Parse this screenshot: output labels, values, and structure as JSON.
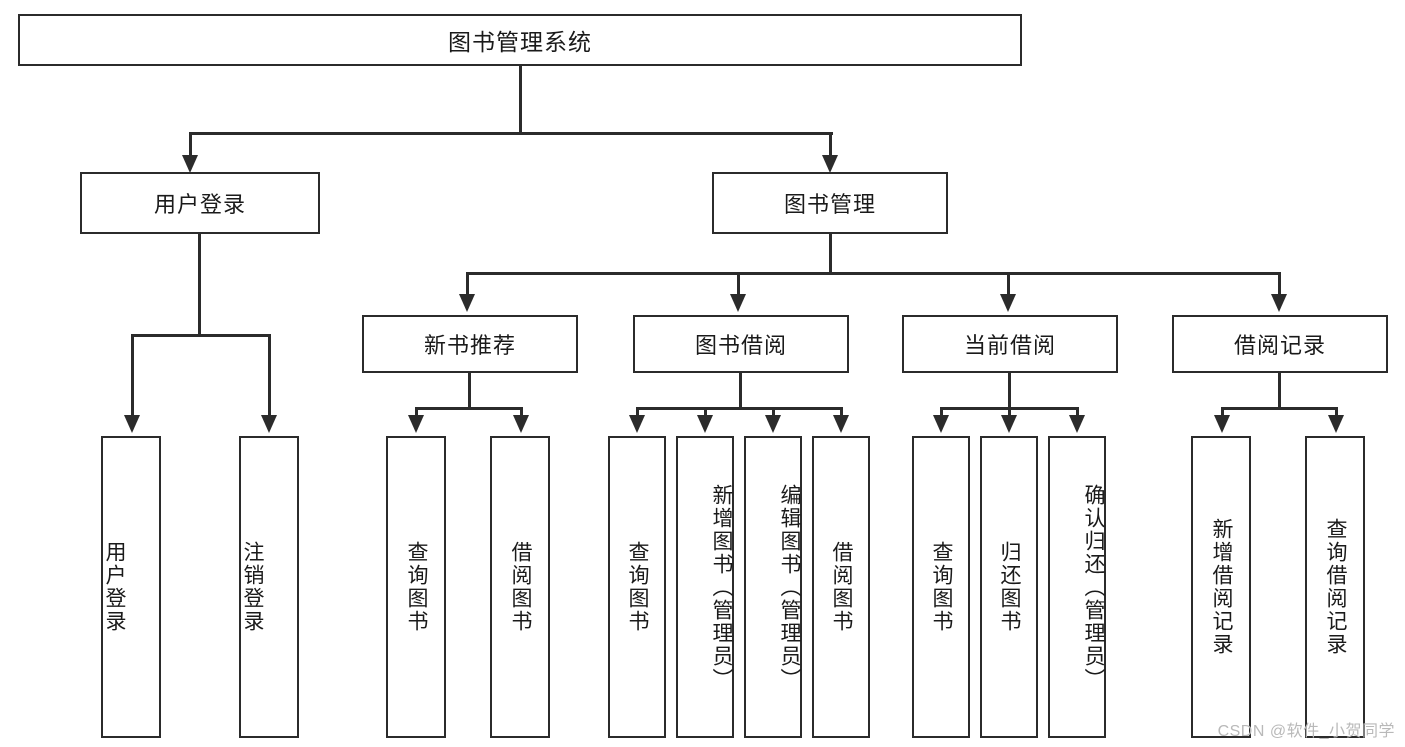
{
  "diagram": {
    "type": "hierarchy-tree",
    "root": {
      "label": "图书管理系统"
    },
    "level2": [
      {
        "label": "用户登录"
      },
      {
        "label": "图书管理"
      }
    ],
    "level3": [
      {
        "label": "新书推荐"
      },
      {
        "label": "图书借阅"
      },
      {
        "label": "当前借阅"
      },
      {
        "label": "借阅记录"
      }
    ],
    "leaves": {
      "user_login": [
        {
          "label": "用户登录"
        },
        {
          "label": "注销登录"
        }
      ],
      "new_book_recommend": [
        {
          "label": "查询图书"
        },
        {
          "label": "借阅图书"
        }
      ],
      "book_borrow": [
        {
          "label": "查询图书"
        },
        {
          "label": "新增图书（管理员）"
        },
        {
          "label": "编辑图书（管理员）"
        },
        {
          "label": "借阅图书"
        }
      ],
      "current_borrow": [
        {
          "label": "查询图书"
        },
        {
          "label": "归还图书"
        },
        {
          "label": "确认归还（管理员）"
        }
      ],
      "borrow_record": [
        {
          "label": "新增借阅记录"
        },
        {
          "label": "查询借阅记录"
        }
      ]
    }
  },
  "watermark": {
    "text": "CSDN @软件_小贺同学"
  },
  "colors": {
    "stroke": "#2b2b2b",
    "background": "#ffffff",
    "text": "#1a1a1a",
    "watermark": "#b9b9b9"
  }
}
